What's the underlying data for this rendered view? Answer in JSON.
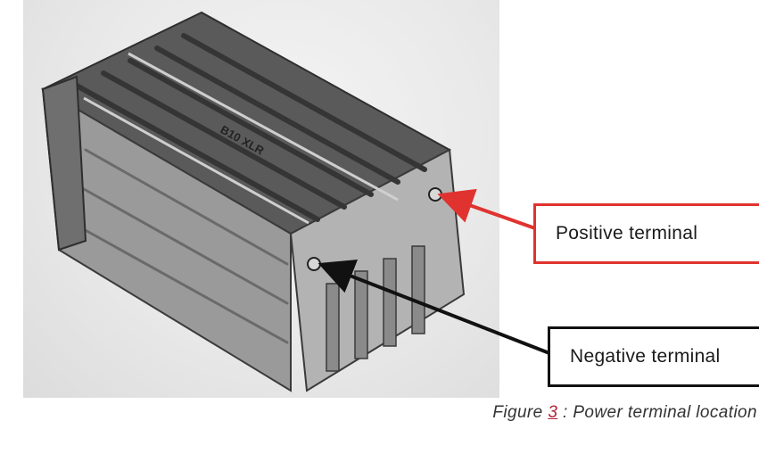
{
  "callouts": {
    "positive": {
      "label": "Positive terminal",
      "color": "#e0332f"
    },
    "negative": {
      "label": "Negative terminal",
      "color": "#111111"
    }
  },
  "caption": {
    "prefix": "Figure ",
    "figure_number": "3",
    "suffix": " : Power terminal location"
  },
  "illustration": {
    "top_marking": "B10 XLR",
    "colors": {
      "housing_top": "#5a5a5a",
      "housing_side": "#8d8d8d",
      "housing_front": "#a4a4a4"
    }
  }
}
